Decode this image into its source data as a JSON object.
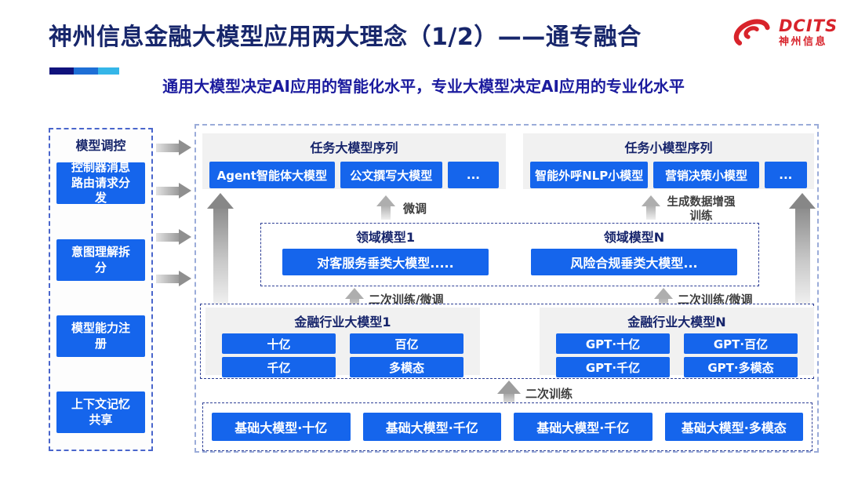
{
  "header": {
    "title": "神州信息金融大模型应用两大理念（1/2）——通专融合",
    "subtitle": "通用大模型决定AI应用的智能化水平，专业大模型决定AI应用的专业化水平",
    "logo": {
      "brand": "DCITS",
      "brand_cn": "神州信息"
    }
  },
  "sidebar": {
    "title": "模型调控",
    "items": [
      {
        "label": "控制器消息路由请求分发"
      },
      {
        "label": "意图理解拆分"
      },
      {
        "label": "模型能力注册"
      },
      {
        "label": "上下文记忆共享"
      }
    ]
  },
  "diagram": {
    "task_groups": [
      {
        "title": "任务大模型序列",
        "boxes": [
          "Agent智能体大模型",
          "公文撰写大模型",
          "..."
        ]
      },
      {
        "title": "任务小模型序列",
        "boxes": [
          "智能外呼NLP小模型",
          "营销决策小模型",
          "..."
        ]
      }
    ],
    "finetune_label": "微调",
    "augment_label": "生成数据增强训练",
    "domain_models": [
      {
        "title": "领域模型1",
        "box": "对客服务垂类大模型....."
      },
      {
        "title": "领域模型N",
        "box": "风险合规垂类大模型..."
      }
    ],
    "retrain_left_label": "二次训练/微调",
    "retrain_right_label": "二次训练/微调",
    "industry_groups": [
      {
        "title": "金融行业大模型1",
        "boxes": [
          "十亿",
          "百亿",
          "千亿",
          "多模态"
        ]
      },
      {
        "title": "金融行业大模型N",
        "boxes": [
          "GPT·十亿",
          "GPT·百亿",
          "GPT·千亿",
          "GPT·多模态"
        ]
      }
    ],
    "secondary_training_label": "二次训练",
    "base_models": [
      "基础大模型·十亿",
      "基础大模型·千亿",
      "基础大模型·千亿",
      "基础大模型·多模态"
    ]
  },
  "colors": {
    "accent_blue": "#1565ec",
    "navy_text": "#16246b",
    "subtitle_blue": "#1b1b9e",
    "logo_red": "#d8232b",
    "group_gray": "#f1f1f1",
    "arrow_gray": "#9b9b9b"
  }
}
